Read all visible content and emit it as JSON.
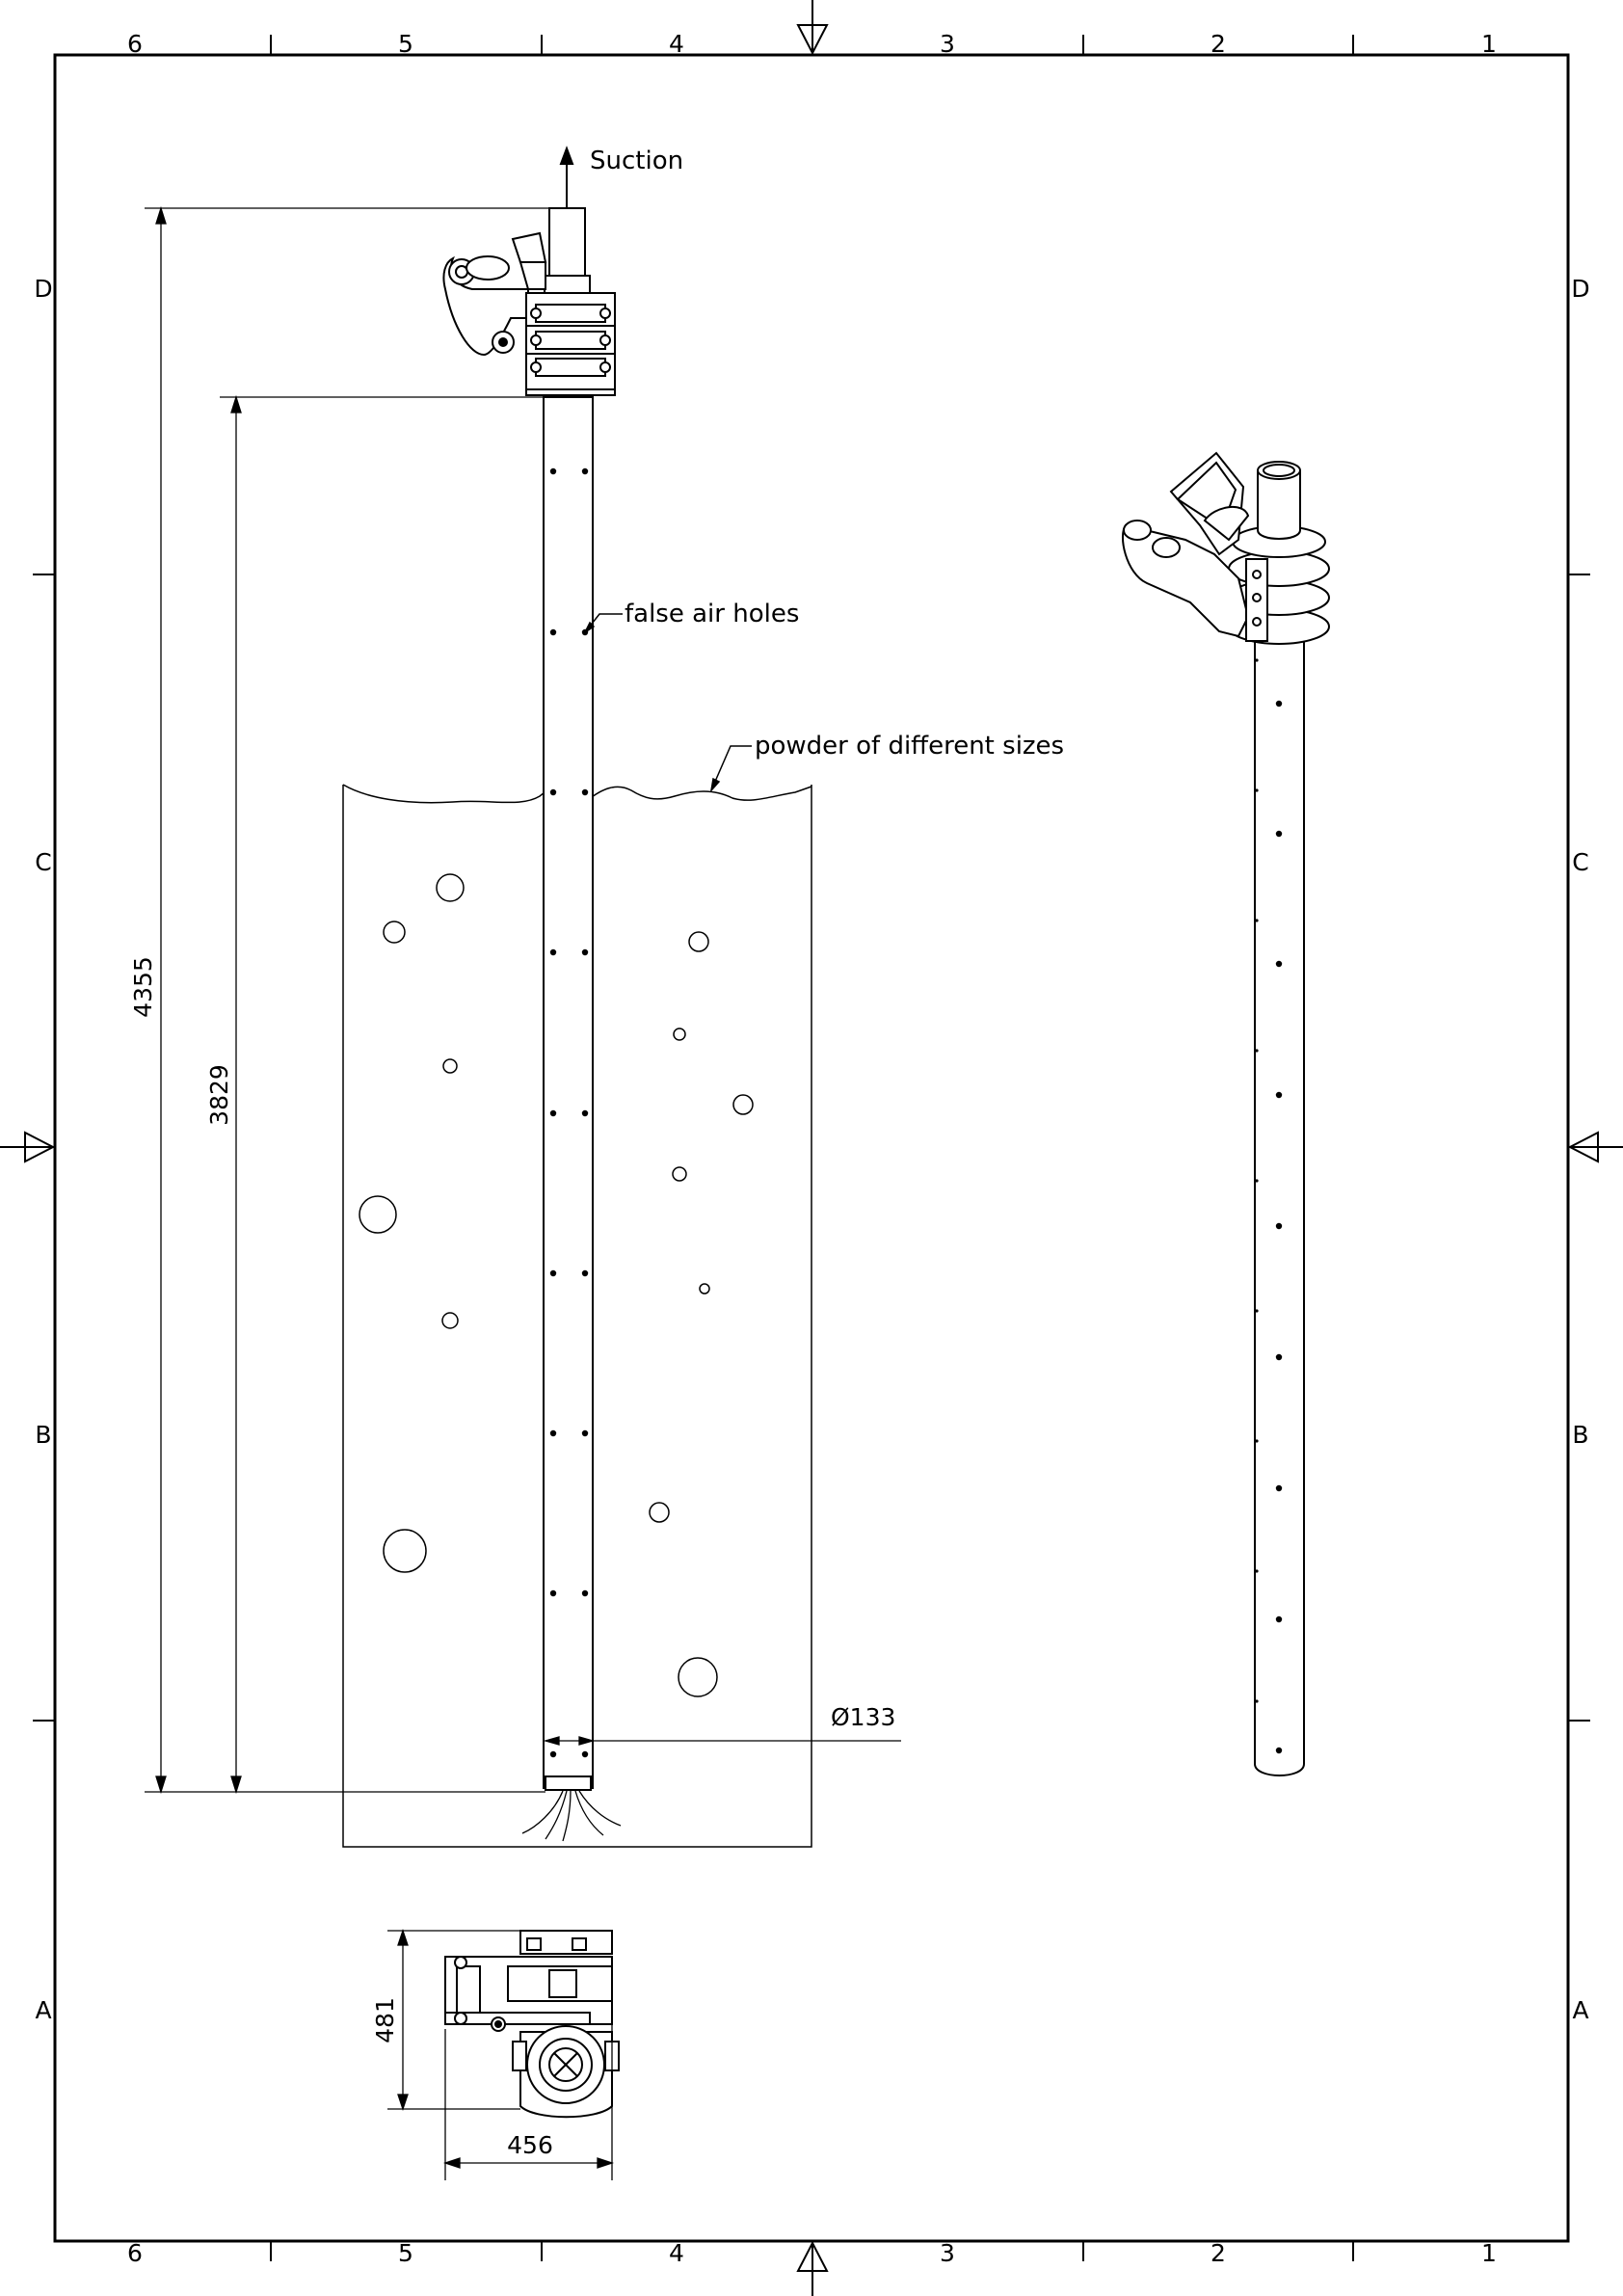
{
  "frame": {
    "columns": [
      "6",
      "5",
      "4",
      "3",
      "2",
      "1"
    ],
    "rows": [
      "D",
      "C",
      "B",
      "A"
    ]
  },
  "annotations": {
    "suction": "Suction",
    "false_air_holes": "false air holes",
    "powder": "powder of different sizes"
  },
  "dimensions": {
    "overall_length": "4355",
    "tube_length": "3829",
    "diameter": "Ø133",
    "height_top_view": "481",
    "width_top_view": "456"
  },
  "colors": {
    "line": "#000000",
    "paper": "#ffffff"
  }
}
